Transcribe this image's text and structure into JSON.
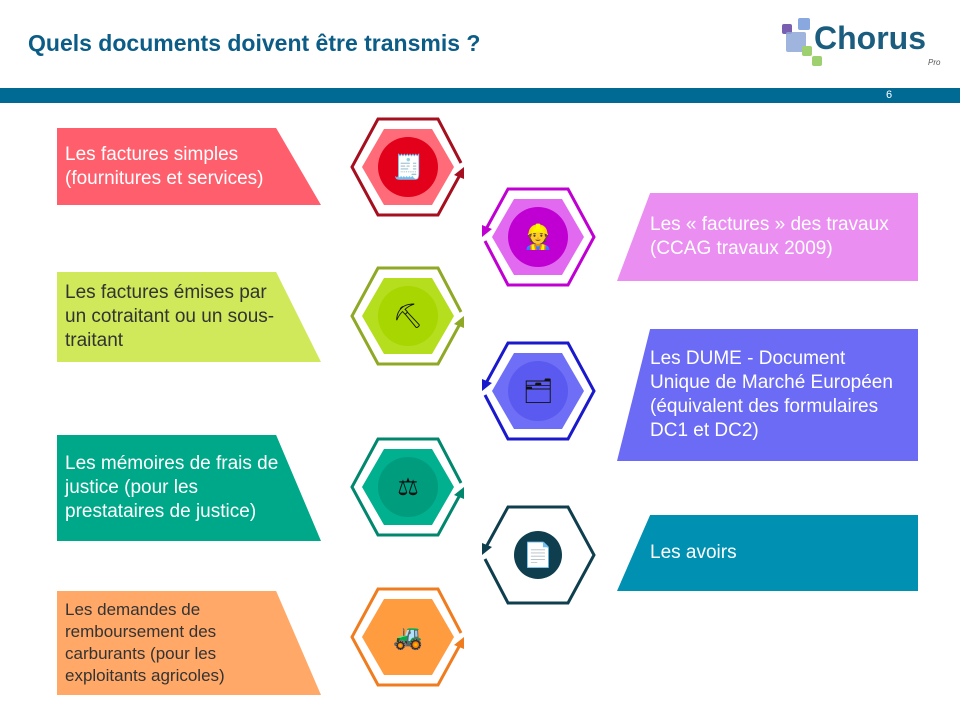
{
  "title": "Quels documents doivent être transmis ?",
  "page_number": "6",
  "logo": {
    "text": "Chorus",
    "sub": "Pro"
  },
  "items": [
    {
      "label": "Les factures simples (fournitures et services)",
      "icon": "invoice-icon",
      "colors": {
        "box": "#ff5f6d",
        "hex": "#ff6b78",
        "circle": "#e3001b",
        "outline": "#a50f1f"
      }
    },
    {
      "label": "Les « factures » des travaux (CCAG travaux 2009)",
      "icon": "worker-toolbox-icon",
      "colors": {
        "box": "#ea8ef2",
        "hex": "#e26af0",
        "circle": "#c000d2",
        "outline": "#c000d2"
      }
    },
    {
      "label": "Les factures émises par un cotraitant ou un sous-traitant",
      "icon": "construction-worker-icon",
      "colors": {
        "box": "#cfe95a",
        "hex": "#b4de1e",
        "circle": "#a8d600",
        "outline": "#8fa826"
      }
    },
    {
      "label": "Les DUME - Document Unique de Marché Européen (équivalent des formulaires DC1 et DC2)",
      "icon": "folder-icon",
      "colors": {
        "box": "#6b6bf5",
        "hex": "#6e6ef6",
        "circle": "#5a5af0",
        "outline": "#1a1acc"
      }
    },
    {
      "label": "Les mémoires de frais de justice (pour les prestataires de justice)",
      "icon": "scales-icon",
      "colors": {
        "box": "#00a88a",
        "hex": "#00b08f",
        "circle": "#009c7e",
        "outline": "#00876e"
      }
    },
    {
      "label": "Les avoirs",
      "icon": "credit-note-icon",
      "colors": {
        "box": "#0090b2",
        "hex": "#ffffff",
        "circle": "#0f3f4f",
        "outline": "#0f3f4f"
      }
    },
    {
      "label": "Les demandes de remboursement des carburants (pour les exploitants agricoles)",
      "icon": "tractor-icon",
      "colors": {
        "box": "#ffa868",
        "hex": "#ff9c40",
        "circle": "#ff9c40",
        "outline": "#f07c20"
      }
    }
  ]
}
